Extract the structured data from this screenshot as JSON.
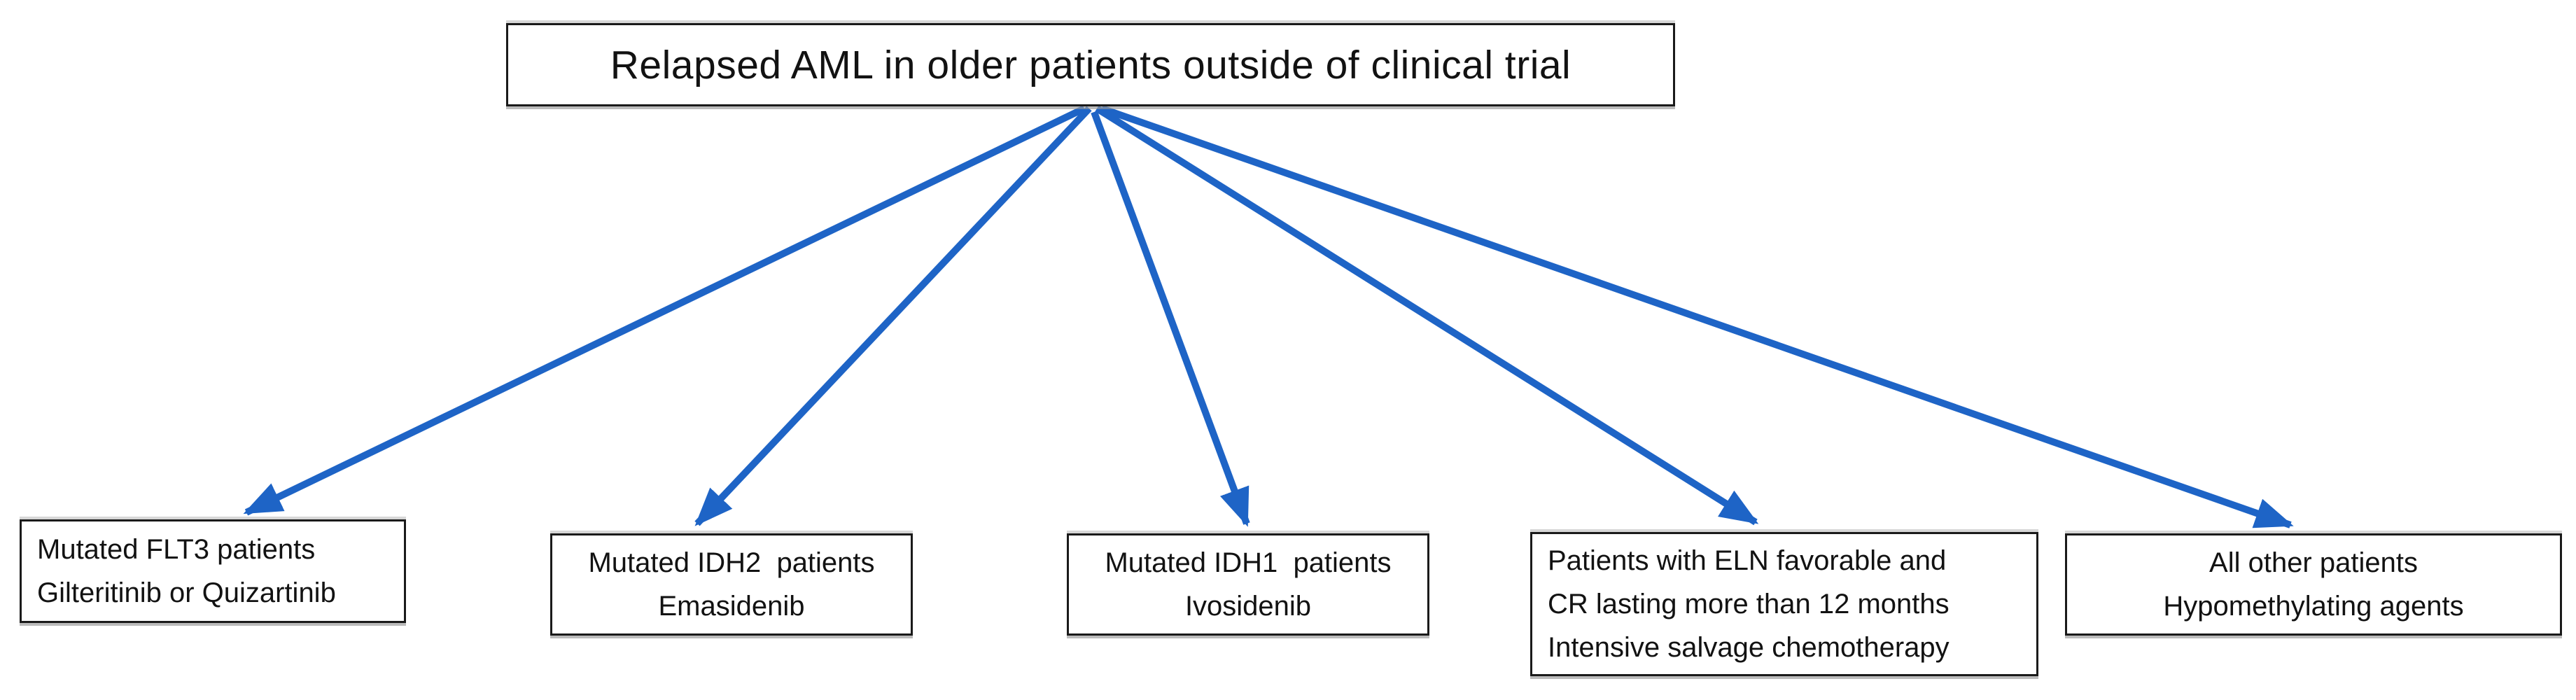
{
  "diagram": {
    "root_label": "Relapsed AML in older patients outside of clinical trial",
    "nodes": [
      {
        "name": "mutated-flt3-patients",
        "lines": [
          "Mutated FLT3 patients",
          "Gilteritinib or Quizartinib"
        ]
      },
      {
        "name": "mutated-idh2-patients",
        "lines": [
          "Mutated IDH2  patients",
          "Emasidenib"
        ]
      },
      {
        "name": "mutated-idh1-patients",
        "lines": [
          "Mutated IDH1  patients",
          "Ivosidenib"
        ]
      },
      {
        "name": "eln-favorable-patients",
        "lines": [
          "Patients with ELN favorable and",
          "CR lasting more than 12 months",
          "Intensive salvage chemotherapy"
        ]
      },
      {
        "name": "all-other-patients",
        "lines": [
          "All other patients",
          "Hypomethylating agents"
        ]
      }
    ],
    "colors": {
      "arrow_blue": "#1E64C6",
      "box_border": "#1a1a1a",
      "text": "#121212",
      "background": "#ffffff"
    }
  }
}
